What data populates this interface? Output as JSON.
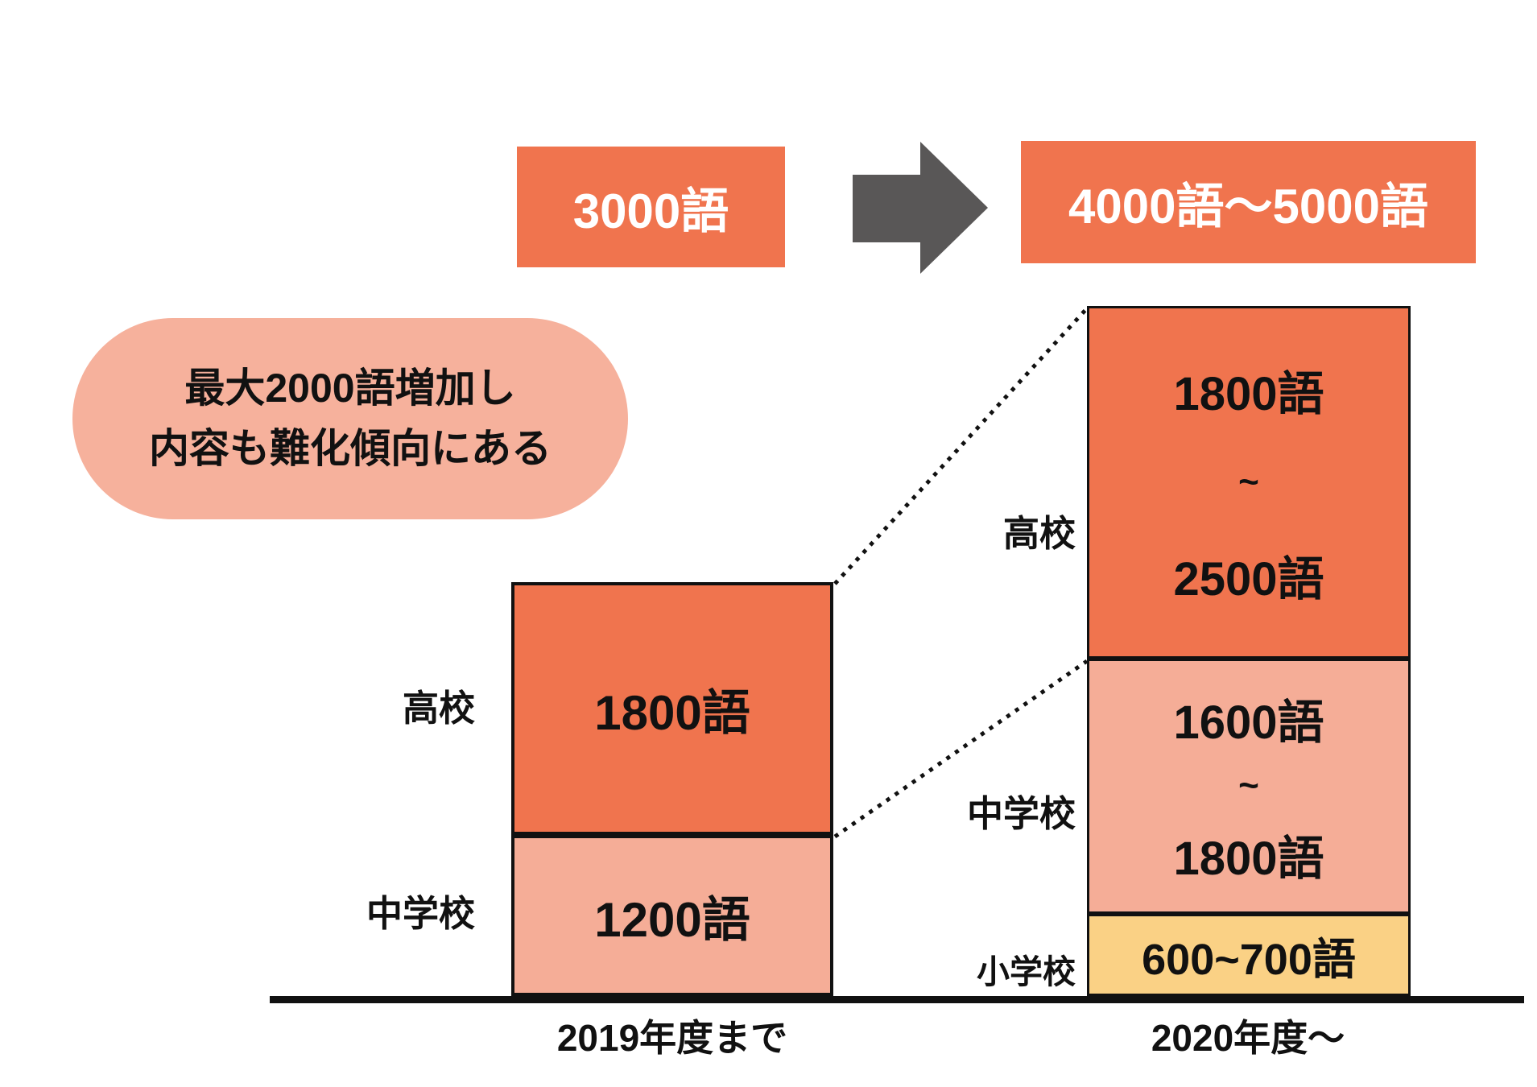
{
  "header": {
    "before_label": "3000語",
    "after_label": "4000語～5000語"
  },
  "callout": {
    "line1": "最大2000語増加し",
    "line2": "内容も難化傾向にある"
  },
  "left_bar": {
    "axis_label": "2019年度まで",
    "koukou": {
      "label": "高校",
      "value": "1800語"
    },
    "chuugakkou": {
      "label": "中学校",
      "value": "1200語"
    }
  },
  "right_bar": {
    "axis_label": "2020年度～",
    "koukou": {
      "label": "高校",
      "line1": "1800語",
      "line2": "~",
      "line3": "2500語"
    },
    "chuugakkou": {
      "label": "中学校",
      "line1": "1600語",
      "line2": "~",
      "line3": "1800語"
    },
    "shougakkou": {
      "label": "小学校",
      "value": "600~700語"
    }
  },
  "colors": {
    "accent_orange": "#F0744E",
    "segment_pink": "#F5AD97",
    "callout_pink": "#F6B19C",
    "segment_yellow": "#FAD185",
    "arrow_gray": "#595757",
    "ink": "#111111"
  },
  "chart_data": {
    "type": "bar",
    "stacked": true,
    "unit": "語",
    "categories": [
      "2019年度まで",
      "2020年度～"
    ],
    "series": [
      {
        "name": "小学校",
        "values": [
          0,
          650
        ],
        "range": [
          null,
          [
            600,
            700
          ]
        ],
        "labels": [
          null,
          "600~700語"
        ]
      },
      {
        "name": "中学校",
        "values": [
          1200,
          1700
        ],
        "range": [
          [
            1200,
            1200
          ],
          [
            1600,
            1800
          ]
        ],
        "labels": [
          "1200語",
          "1600語~1800語"
        ]
      },
      {
        "name": "高校",
        "values": [
          1800,
          2150
        ],
        "range": [
          [
            1800,
            1800
          ],
          [
            1800,
            2500
          ]
        ],
        "labels": [
          "1800語",
          "1800語~2500語"
        ]
      }
    ],
    "totals": [
      "3000語",
      "4000語～5000語"
    ],
    "annotation": "最大2000語増加し 内容も難化傾向にある",
    "legend_position": "none",
    "grid": false,
    "connectors": [
      "top of 高校 segments linked by dotted line",
      "中学校/高校 boundary linked by dotted line"
    ]
  }
}
